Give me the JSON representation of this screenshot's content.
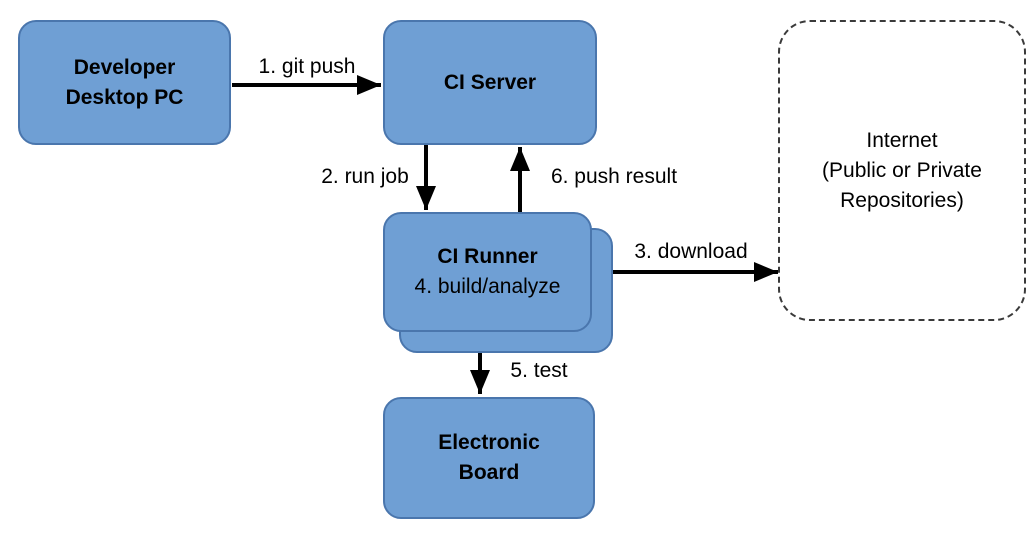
{
  "diagram": {
    "nodes": {
      "developer": {
        "line1": "Developer",
        "line2": "Desktop PC"
      },
      "ci_server": {
        "label": "CI Server"
      },
      "ci_runner": {
        "title": "CI Runner",
        "subtitle": "4. build/analyze"
      },
      "electronic_board": {
        "line1": "Electronic",
        "line2": "Board"
      },
      "internet": {
        "line1": "Internet",
        "line2": "(Public or Private",
        "line3": "Repositories)"
      }
    },
    "edges": {
      "git_push": "1. git push",
      "run_job": "2. run job",
      "download": "3. download",
      "test": "5. test",
      "push_result": "6. push result"
    },
    "colors": {
      "node_fill": "#6f9fd4",
      "node_border": "#4a76ad",
      "internet_border": "#3a3a3a",
      "arrow": "#000000",
      "text": "#000000",
      "background": "#ffffff"
    }
  }
}
